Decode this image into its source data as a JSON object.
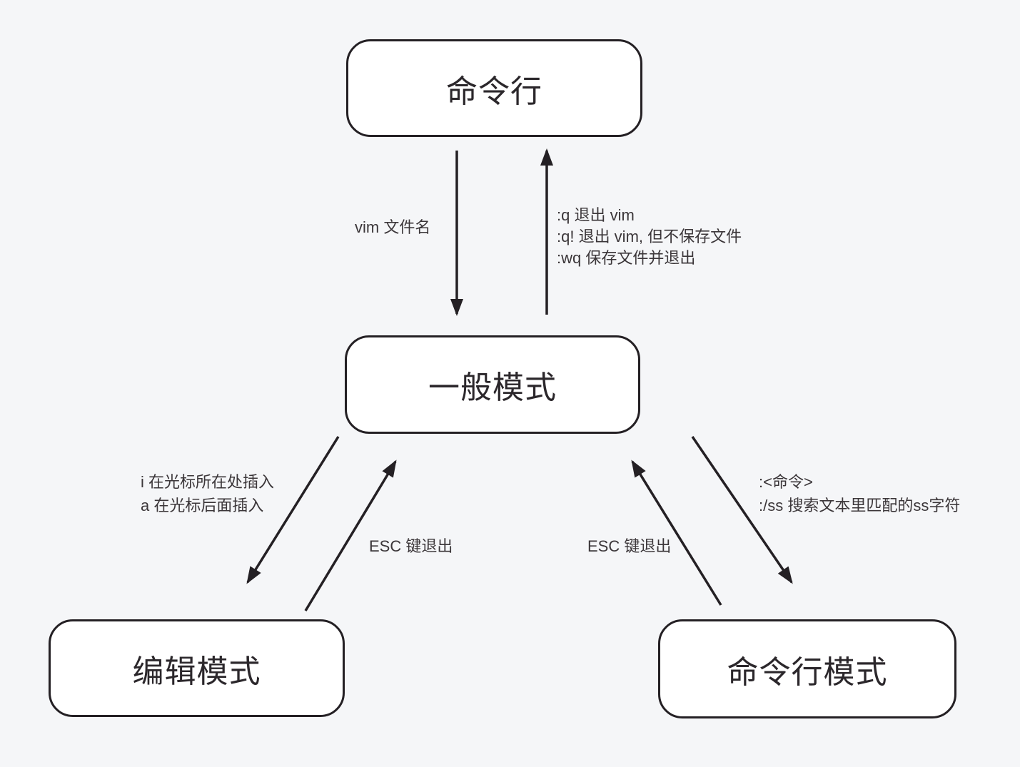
{
  "diagram": {
    "title": "vim modes flowchart",
    "colors": {
      "background": "#f5f6f8",
      "node_fill": "#ffffff",
      "stroke": "#242024",
      "node_text": "#2b272b",
      "label_text": "#3b3639"
    },
    "nodes": {
      "command_line": {
        "label": "命令行"
      },
      "normal_mode": {
        "label": "一般模式"
      },
      "edit_mode": {
        "label": "编辑模式"
      },
      "command_line_mode": {
        "label": "命令行模式"
      }
    },
    "edges": {
      "open_vim": {
        "from": "command_line",
        "to": "normal_mode",
        "lines": [
          "vim 文件名"
        ]
      },
      "quit_vim": {
        "from": "normal_mode",
        "to": "command_line",
        "lines": [
          ":q 退出 vim",
          ":q! 退出 vim, 但不保存文件",
          ":wq 保存文件并退出"
        ]
      },
      "insert": {
        "from": "normal_mode",
        "to": "edit_mode",
        "lines": [
          "i 在光标所在处插入",
          "a 在光标后面插入"
        ]
      },
      "esc_from_edit": {
        "from": "edit_mode",
        "to": "normal_mode",
        "lines": [
          "ESC 键退出"
        ]
      },
      "command": {
        "from": "normal_mode",
        "to": "command_line_mode",
        "lines": [
          ":<命令>",
          ":/ss 搜索文本里匹配的ss字符"
        ]
      },
      "esc_from_command": {
        "from": "command_line_mode",
        "to": "normal_mode",
        "lines": [
          "ESC 键退出"
        ]
      }
    }
  }
}
